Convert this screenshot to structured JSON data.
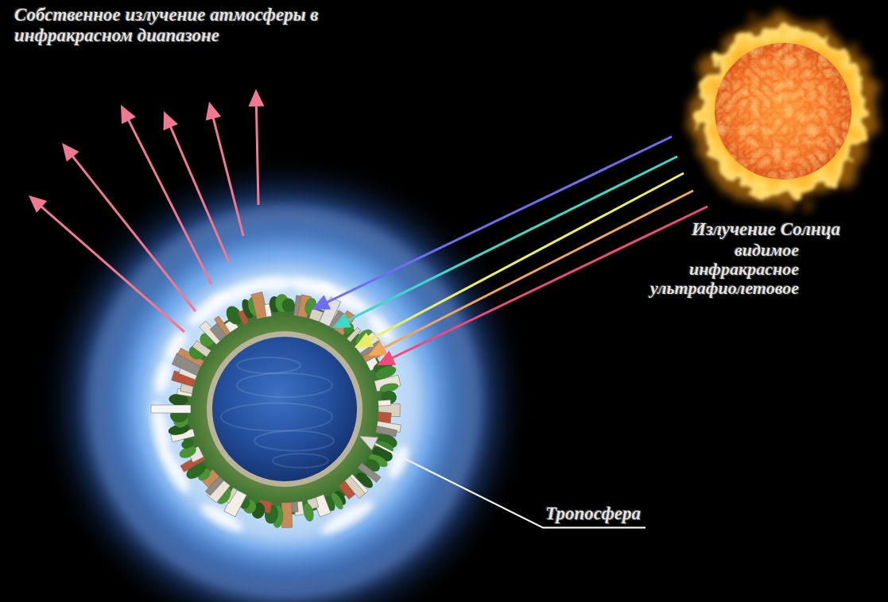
{
  "diagram": {
    "labels": [
      "Собственное излучение атмосферы в инфракрасном диапазоне",
      "Излучение Солнца",
      "видимое",
      "инфракрасное",
      "ультрафиолетовое",
      "Тропосфера"
    ]
  }
}
